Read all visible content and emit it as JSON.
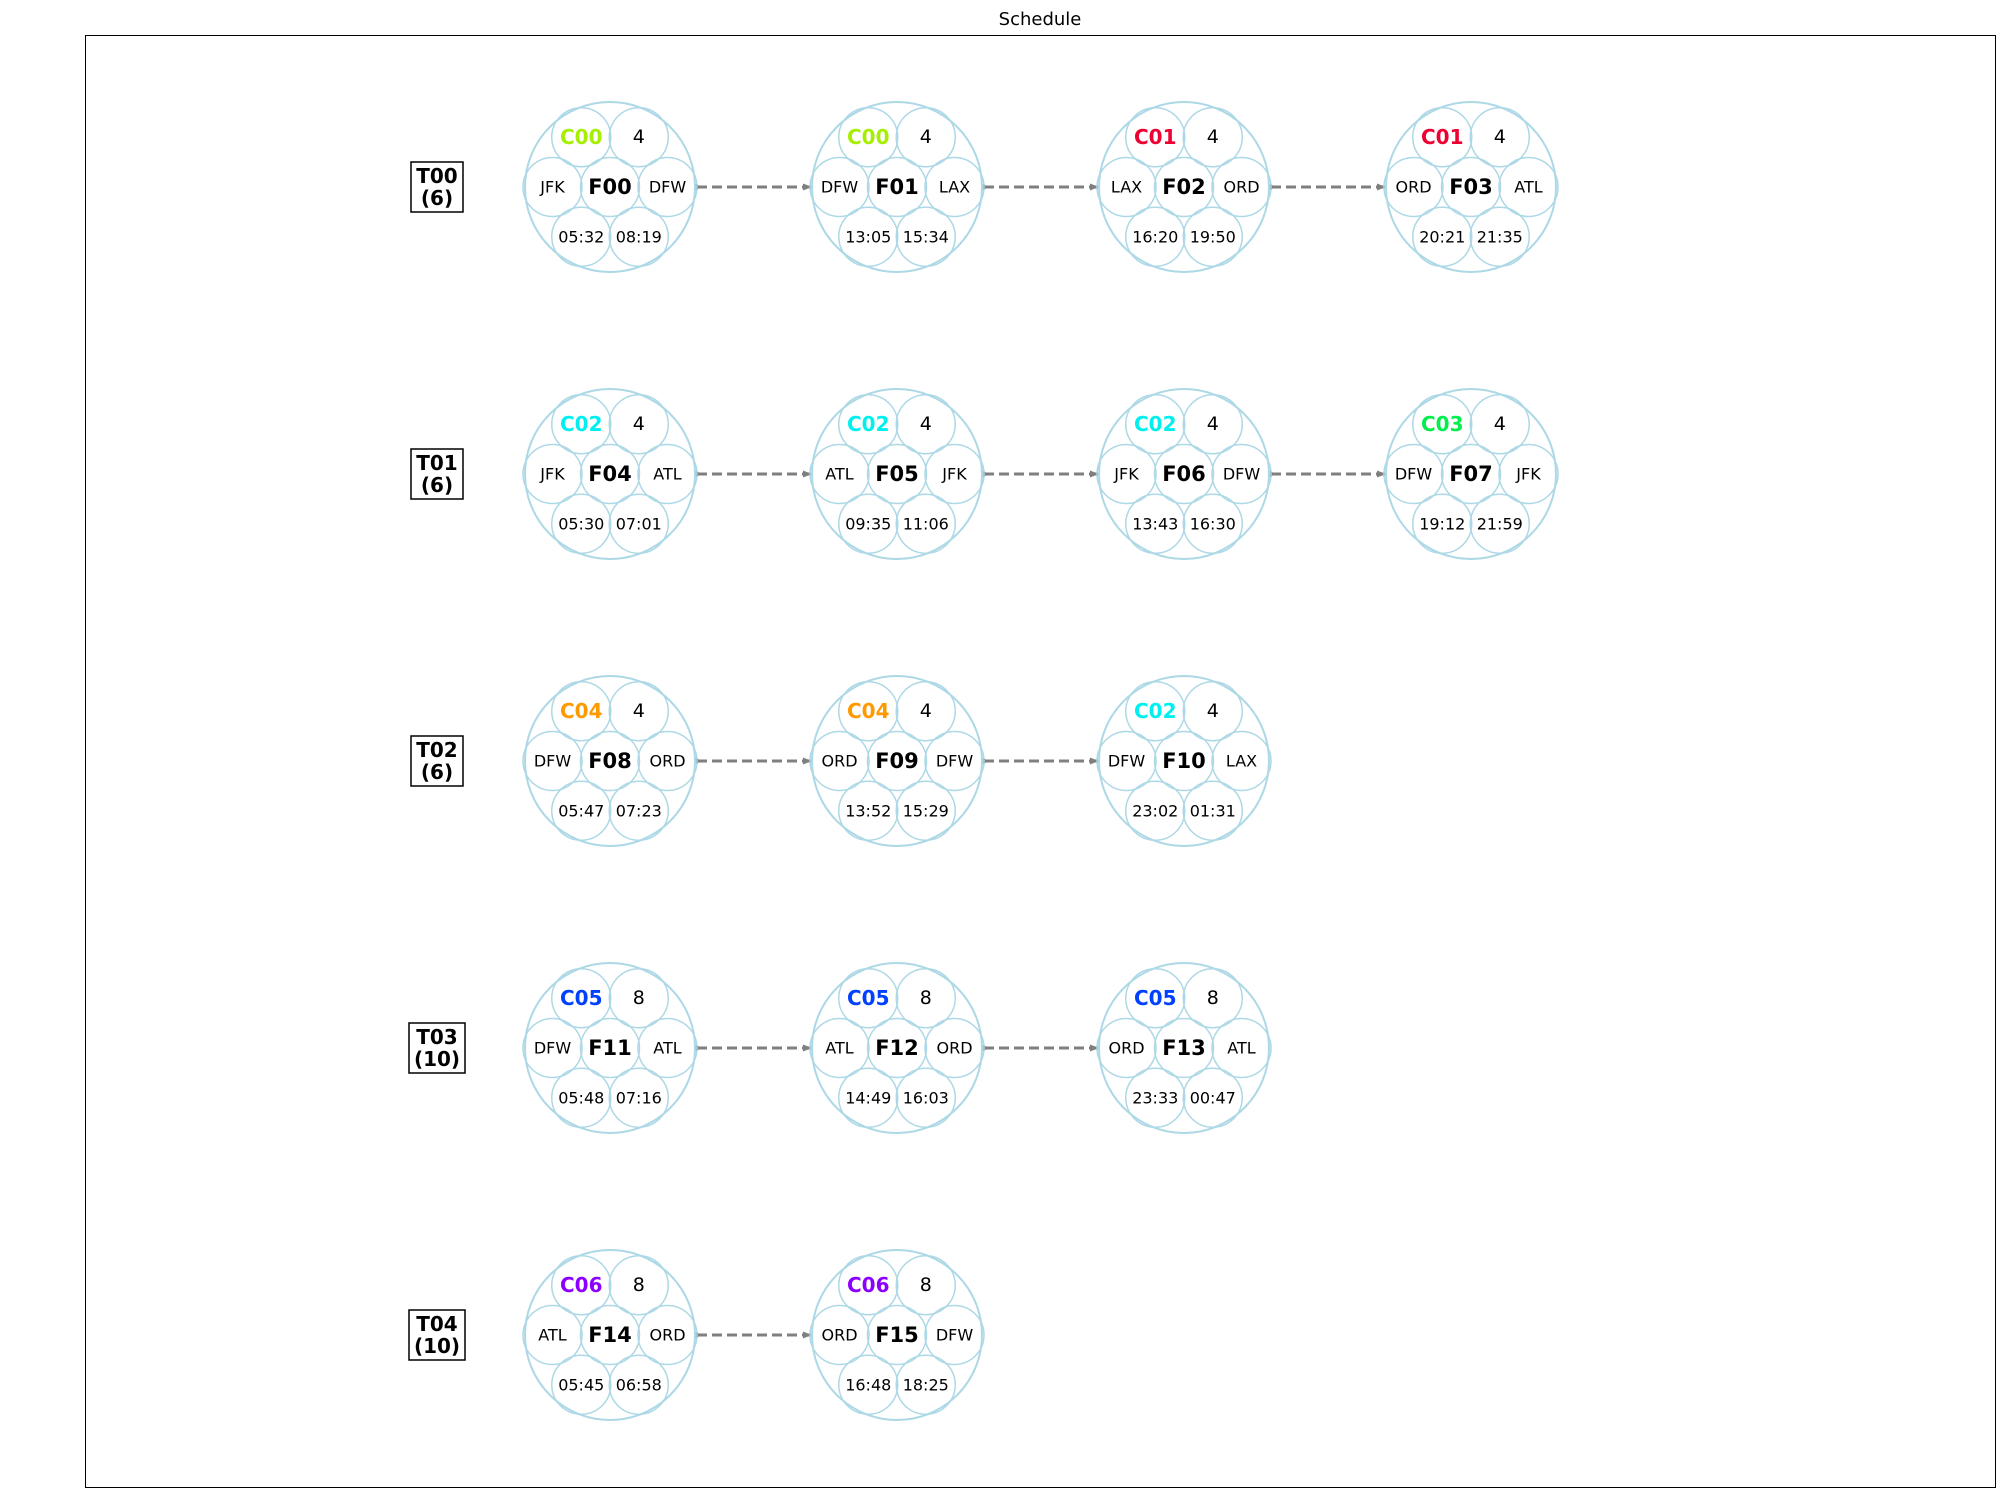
{
  "title": "Schedule",
  "colors": {
    "ring": "#add8e6",
    "connector": "#7f7f7f",
    "crew": {
      "C00": "#a6ef00",
      "C01": "#ef0033",
      "C02": "#00f0f0",
      "C03": "#00ef4f",
      "C04": "#ff9900",
      "C05": "#0040ff",
      "C06": "#8c00ff"
    }
  },
  "tails": [
    {
      "label": "T00\n(6)",
      "flights": [
        {
          "id": "F00",
          "crew": "C00",
          "capacity": "4",
          "from": "JFK",
          "to": "DFW",
          "dep": "05:32",
          "arr": "08:19"
        },
        {
          "id": "F01",
          "crew": "C00",
          "capacity": "4",
          "from": "DFW",
          "to": "LAX",
          "dep": "13:05",
          "arr": "15:34"
        },
        {
          "id": "F02",
          "crew": "C01",
          "capacity": "4",
          "from": "LAX",
          "to": "ORD",
          "dep": "16:20",
          "arr": "19:50"
        },
        {
          "id": "F03",
          "crew": "C01",
          "capacity": "4",
          "from": "ORD",
          "to": "ATL",
          "dep": "20:21",
          "arr": "21:35"
        }
      ]
    },
    {
      "label": "T01\n(6)",
      "flights": [
        {
          "id": "F04",
          "crew": "C02",
          "capacity": "4",
          "from": "JFK",
          "to": "ATL",
          "dep": "05:30",
          "arr": "07:01"
        },
        {
          "id": "F05",
          "crew": "C02",
          "capacity": "4",
          "from": "ATL",
          "to": "JFK",
          "dep": "09:35",
          "arr": "11:06"
        },
        {
          "id": "F06",
          "crew": "C02",
          "capacity": "4",
          "from": "JFK",
          "to": "DFW",
          "dep": "13:43",
          "arr": "16:30"
        },
        {
          "id": "F07",
          "crew": "C03",
          "capacity": "4",
          "from": "DFW",
          "to": "JFK",
          "dep": "19:12",
          "arr": "21:59"
        }
      ]
    },
    {
      "label": "T02\n(6)",
      "flights": [
        {
          "id": "F08",
          "crew": "C04",
          "capacity": "4",
          "from": "DFW",
          "to": "ORD",
          "dep": "05:47",
          "arr": "07:23"
        },
        {
          "id": "F09",
          "crew": "C04",
          "capacity": "4",
          "from": "ORD",
          "to": "DFW",
          "dep": "13:52",
          "arr": "15:29"
        },
        {
          "id": "F10",
          "crew": "C02",
          "capacity": "4",
          "from": "DFW",
          "to": "LAX",
          "dep": "23:02",
          "arr": "01:31"
        }
      ]
    },
    {
      "label": "T03\n(10)",
      "flights": [
        {
          "id": "F11",
          "crew": "C05",
          "capacity": "8",
          "from": "DFW",
          "to": "ATL",
          "dep": "05:48",
          "arr": "07:16"
        },
        {
          "id": "F12",
          "crew": "C05",
          "capacity": "8",
          "from": "ATL",
          "to": "ORD",
          "dep": "14:49",
          "arr": "16:03"
        },
        {
          "id": "F13",
          "crew": "C05",
          "capacity": "8",
          "from": "ORD",
          "to": "ATL",
          "dep": "23:33",
          "arr": "00:47"
        }
      ]
    },
    {
      "label": "T04\n(10)",
      "flights": [
        {
          "id": "F14",
          "crew": "C06",
          "capacity": "8",
          "from": "ATL",
          "to": "ORD",
          "dep": "05:45",
          "arr": "06:58"
        },
        {
          "id": "F15",
          "crew": "C06",
          "capacity": "8",
          "from": "ORD",
          "to": "DFW",
          "dep": "16:48",
          "arr": "18:25"
        }
      ]
    }
  ]
}
